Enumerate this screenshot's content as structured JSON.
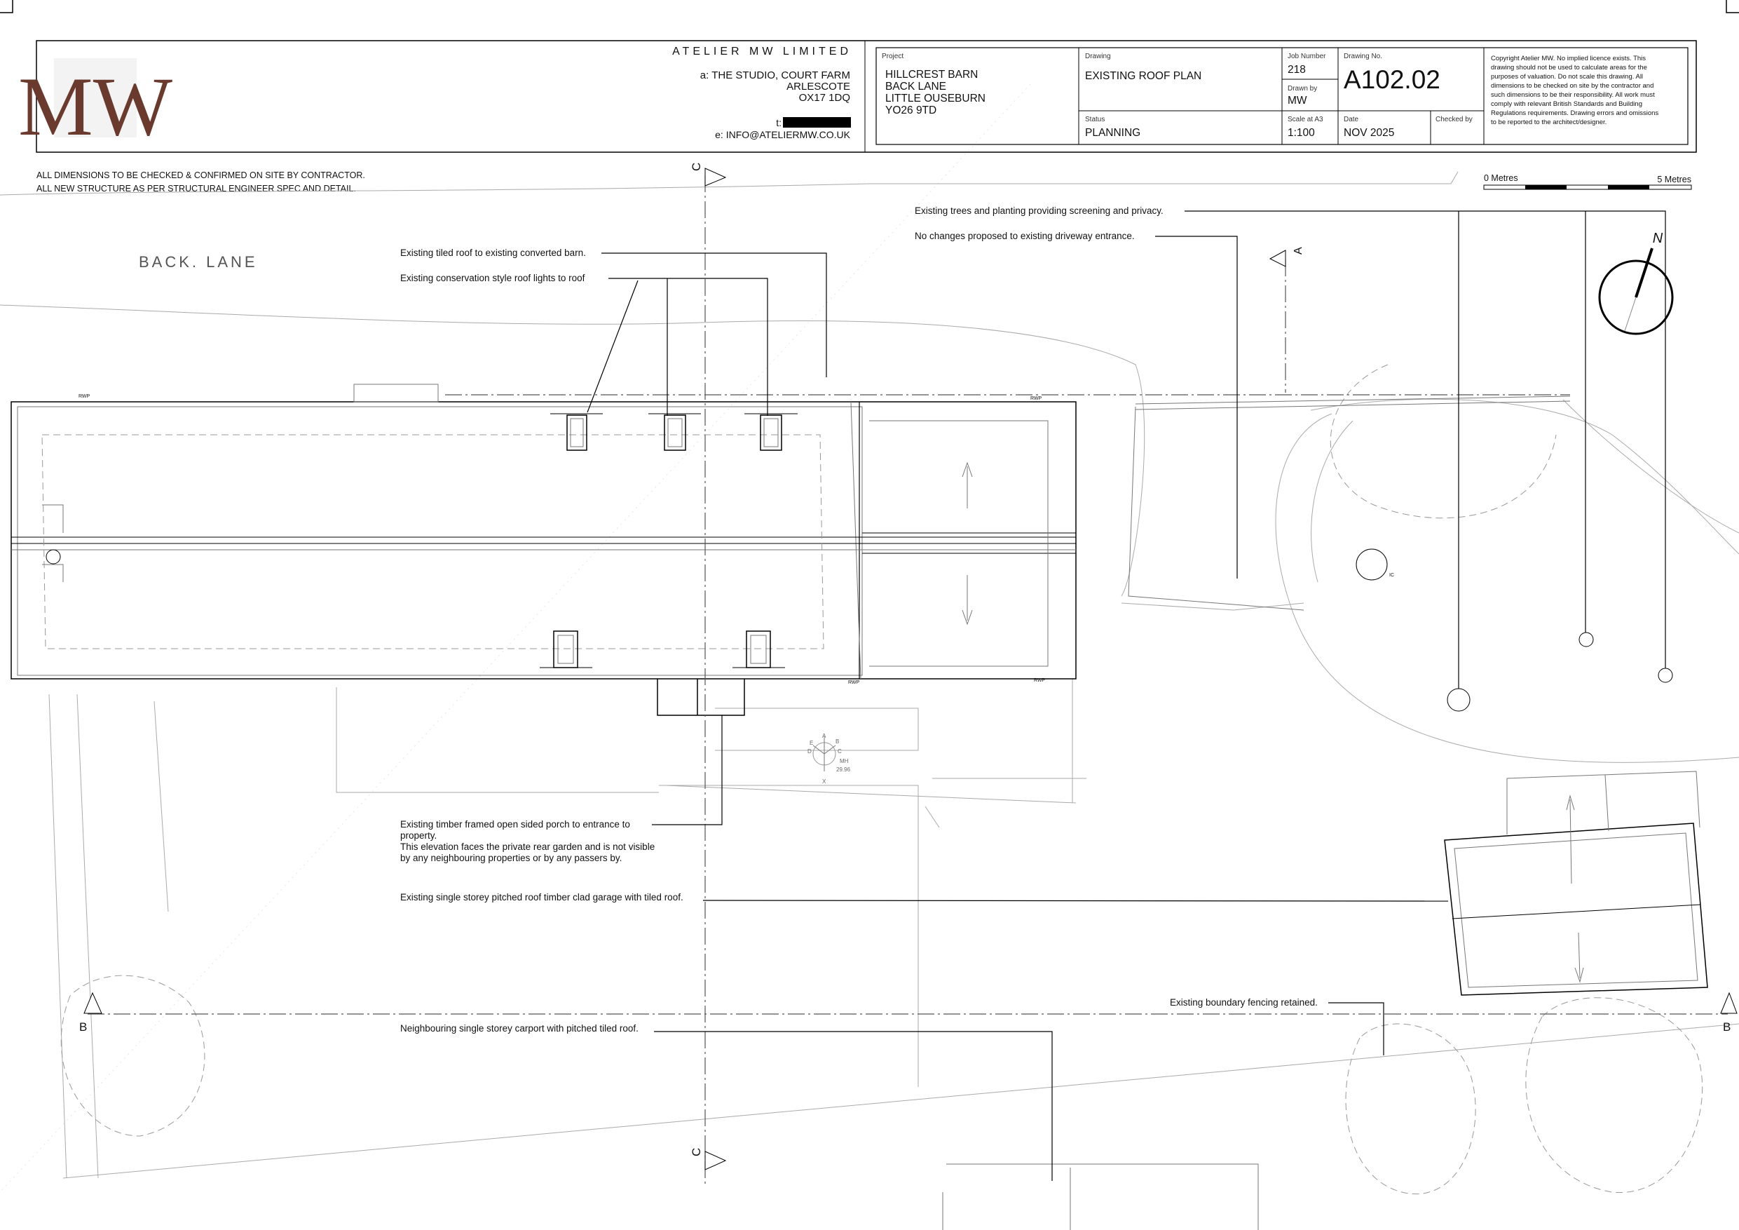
{
  "header": {
    "logo_text": "MW",
    "company": "ATELIER  MW  LIMITED",
    "address_lines": [
      "a: THE STUDIO, COURT FARM",
      "ARLESCOTE",
      "OX17 1DQ"
    ],
    "phone_label": "t:",
    "email": "e: INFO@ATELIERMW.CO.UK"
  },
  "title_block": {
    "project_label": "Project",
    "project_lines": [
      "HILLCREST BARN",
      "BACK LANE",
      "LITTLE OUSEBURN",
      "YO26 9TD"
    ],
    "drawing_label": "Drawing",
    "drawing": "EXISTING ROOF PLAN",
    "job_number_label": "Job Number",
    "job_number": "218",
    "drawn_by_label": "Drawn by",
    "drawn_by": "MW",
    "drawing_no_label": "Drawing No.",
    "drawing_no": "A102.02",
    "status_label": "Status",
    "status": "PLANNING",
    "scale_label": "Scale at A3",
    "scale": "1:100",
    "date_label": "Date",
    "date": "NOV 2025",
    "checked_label": "Checked by",
    "copyright_lines": [
      "Copyright  Atelier MW. No implied licence exists. This",
      "drawing should not be used to calculate areas for the",
      "purposes of valuation. Do not scale this drawing. All",
      "dimensions to be checked on site by the contractor and",
      "such dimensions to be their responsibility. All work must",
      "comply with relevant British Standards and Building",
      "Regulations requirements. Drawing errors and omissions",
      "to be reported to the architect/designer."
    ]
  },
  "notes": [
    "ALL DIMENSIONS TO BE CHECKED & CONFIRMED ON SITE BY CONTRACTOR.",
    "ALL NEW STRUCTURE AS PER STRUCTURAL ENGINEER  SPEC AND DETAIL."
  ],
  "scale_bar": {
    "start": "0 Metres",
    "end": "5 Metres"
  },
  "street_label": "BACK.  LANE",
  "north_label": "N",
  "sections": {
    "a": "A",
    "b": "B",
    "c": "C"
  },
  "small_labels": {
    "rwp": "RWP",
    "mh": "MH",
    "mh_level": "29.96",
    "mh_a": "A",
    "mh_b": "B",
    "mh_c": "C",
    "mh_d": "D",
    "mh_e": "E",
    "mh_x": "X",
    "ic": "IC"
  },
  "annotations": {
    "tiled_roof": "Existing tiled roof to existing converted barn.",
    "roof_lights": "Existing conservation style roof lights to roof",
    "trees": "Existing trees and planting providing screening and privacy.",
    "driveway": "No changes proposed to existing driveway entrance.",
    "porch_lines": [
      "Existing timber framed open sided porch to entrance to",
      "property.",
      "This elevation faces the private rear garden and is not visible",
      "by any neighbouring properties or by any passers by."
    ],
    "garage": "Existing single storey pitched roof timber clad garage with tiled roof.",
    "boundary": "Existing boundary fencing retained.",
    "carport": "Neighbouring single storey carport with pitched tiled roof."
  },
  "colors": {
    "logo": "#6b3a2e",
    "line": "#000000"
  }
}
